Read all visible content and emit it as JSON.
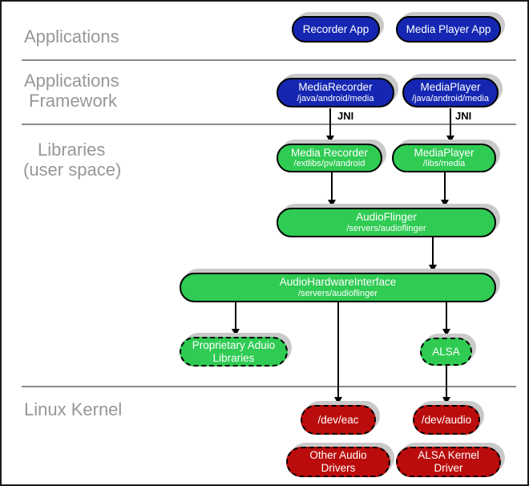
{
  "layers": {
    "applications": "Applications",
    "framework_line1": "Applications",
    "framework_line2": "Framework",
    "libraries_line1": "Libraries",
    "libraries_line2": "(user space)",
    "kernel": "Linux Kernel"
  },
  "labels": {
    "jni": "JNI"
  },
  "nodes": {
    "recorder_app": {
      "title": "Recorder App"
    },
    "media_player_app": {
      "title": "Media Player App"
    },
    "media_recorder_framework": {
      "title": "MediaRecorder",
      "subtitle": "/java/android/media"
    },
    "media_player_framework": {
      "title": "MediaPlayer",
      "subtitle": "/java/android/media"
    },
    "media_recorder_lib": {
      "title": "Media Recorder",
      "subtitle": "/extlibs/pv/android"
    },
    "media_player_lib": {
      "title": "MediaPlayer",
      "subtitle": "/libs/media"
    },
    "audio_flinger": {
      "title": "AudioFlinger",
      "subtitle": "/servers/audioflinger"
    },
    "audio_hardware_interface": {
      "title": "AudioHardwareInterface",
      "subtitle": "/servers/audioflinger"
    },
    "proprietary_audio_libraries": {
      "title": "Proprietary Aduio Libraries"
    },
    "alsa": {
      "title": "ALSA"
    },
    "dev_eac": {
      "title": "/dev/eac"
    },
    "dev_audio": {
      "title": "/dev/audio"
    },
    "other_audio_drivers": {
      "title": "Other Audio Drivers"
    },
    "alsa_kernel_driver": {
      "title": "ALSA Kernel Driver"
    }
  },
  "colors": {
    "app_blue": "#1527b2",
    "lib_green": "#2fcb53",
    "kernel_red": "#ba0c0c",
    "shadow_gray": "#c9c9c9",
    "layer_label_gray": "#979797",
    "divider_gray": "#8b8b8b",
    "box_text": "#ffffff"
  }
}
